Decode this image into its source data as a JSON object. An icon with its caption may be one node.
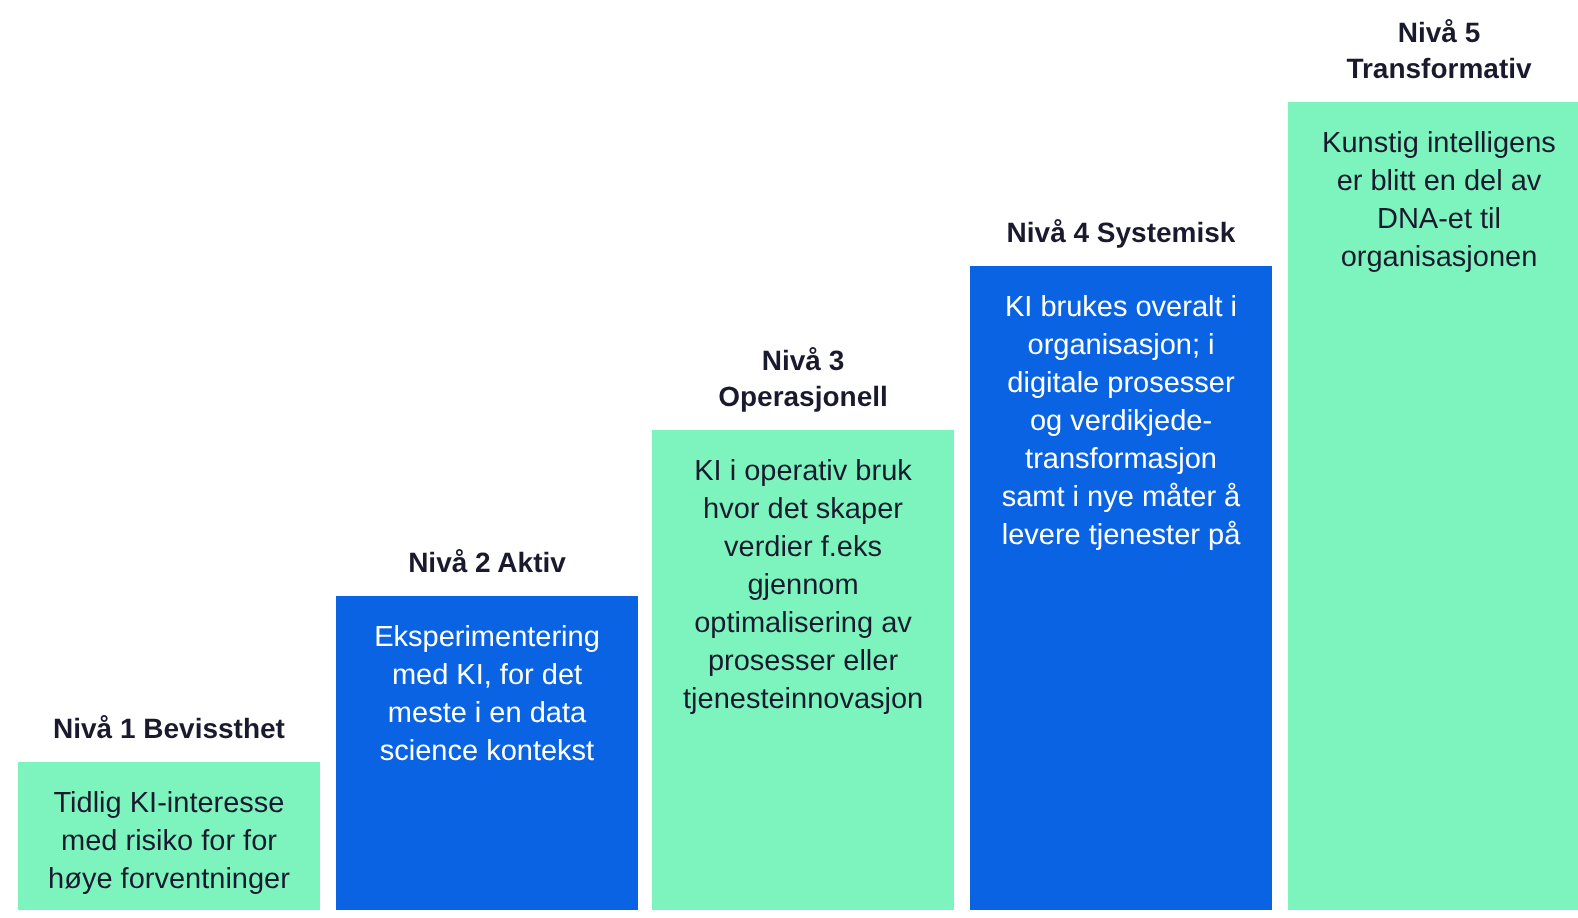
{
  "diagram": {
    "nodes": [
      {
        "text": [
          "Nivå 1 Bevissthet",
          "Tidlig KI-interesse med risiko for for høye forventninger"
        ]
      },
      {
        "text": [
          "Nivå 2 Aktiv",
          "Eksperimentering med KI, for det meste i en data science kontekst"
        ]
      },
      {
        "text": [
          "Nivå 3 Operasjonell",
          "KI i operativ bruk hvor det skaper verdier f.eks gjennom optimalisering av prosesser eller tjenesteinnovasjon"
        ]
      },
      {
        "text": [
          "Nivå 4 Systemisk",
          "KI brukes overalt i organisasjon; i digitale prosesser og verdikjede-transformasjon samt i nye måter å levere tjenester på"
        ]
      },
      {
        "text": [
          "Nivå 5 Transformativ",
          "Kunstig intelligens er blitt en del av DNA-et til organisasjonen"
        ]
      }
    ]
  }
}
